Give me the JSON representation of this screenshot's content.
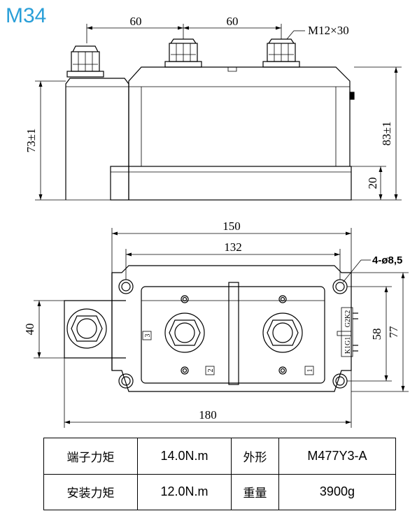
{
  "title": "M34",
  "side_view": {
    "dim_top_left": "60",
    "dim_top_right": "60",
    "screw": "M12×30",
    "height_left": "73±1",
    "height_right": "83±1",
    "base_height": "20"
  },
  "top_view": {
    "width_outer": "150",
    "width_holes": "132",
    "holes": "4-ø8,5",
    "height_left": "40",
    "spacing_right": "58",
    "height_right": "77",
    "total_length": "180",
    "terminal_1": "1",
    "terminal_2": "2",
    "terminal_3": "3",
    "gate_upper": "G2K2",
    "gate_lower": "K1G1"
  },
  "specs": {
    "row1": {
      "label_a": "端子力矩",
      "value_a": "14.0N.m",
      "label_b": "外形",
      "value_b": "M477Y3-A"
    },
    "row2": {
      "label_a": "安装力矩",
      "value_a": "12.0N.m",
      "label_b": "重量",
      "value_b": "3900g"
    }
  }
}
